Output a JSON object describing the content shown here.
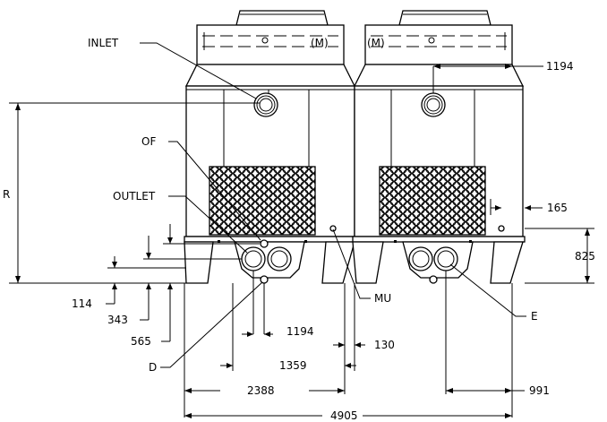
{
  "callouts": {
    "inlet": "INLET",
    "overflow": "OF",
    "outlet": "OUTLET",
    "makeup": "MU",
    "drain": "D",
    "equalizer": "E",
    "height_ref": "R"
  },
  "dimensions": {
    "d1194_top": "1194",
    "d165": "165",
    "d825": "825",
    "d114": "114",
    "d343": "343",
    "d565": "565",
    "d1194_bottom": "1194",
    "d130": "130",
    "d1359": "1359",
    "d2388": "2388",
    "d991": "991",
    "d4905": "4905"
  }
}
